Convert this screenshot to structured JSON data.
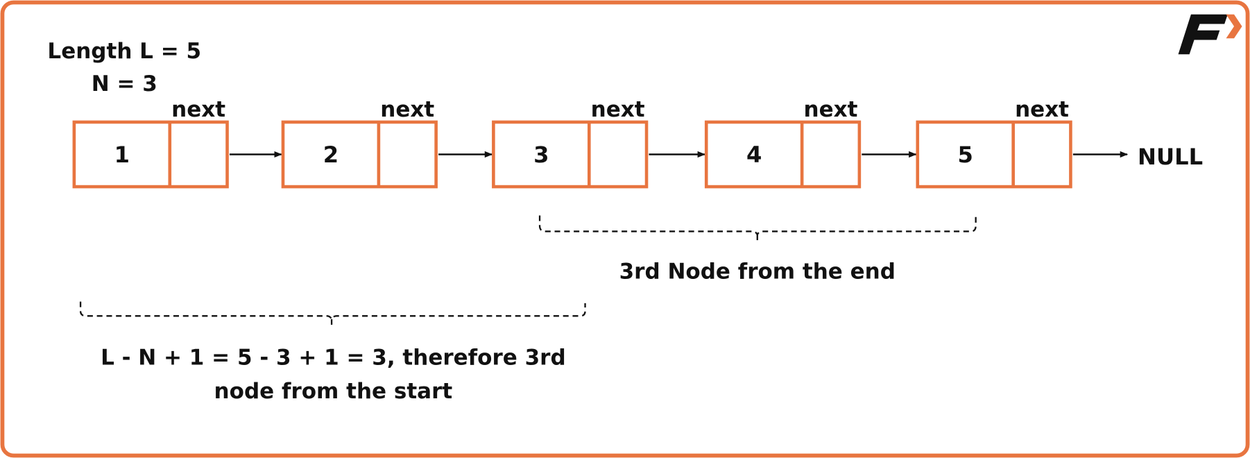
{
  "header": {
    "length_label": "Length L = 5",
    "n_label": "N = 3"
  },
  "nodes": [
    {
      "value": "1",
      "pointer_label": "next"
    },
    {
      "value": "2",
      "pointer_label": "next"
    },
    {
      "value": "3",
      "pointer_label": "next"
    },
    {
      "value": "4",
      "pointer_label": "next"
    },
    {
      "value": "5",
      "pointer_label": "next"
    }
  ],
  "terminal": "NULL",
  "annotations": {
    "end_brace_label": "3rd Node from the end",
    "start_brace_line1": "L - N + 1 = 5 - 3 + 1 = 3, therefore 3rd",
    "start_brace_line2": "node from the start"
  },
  "colors": {
    "accent": "#E87540",
    "text": "#111111",
    "background": "#ffffff"
  },
  "logo": {
    "icon": "brand-f-arrow-logo"
  }
}
